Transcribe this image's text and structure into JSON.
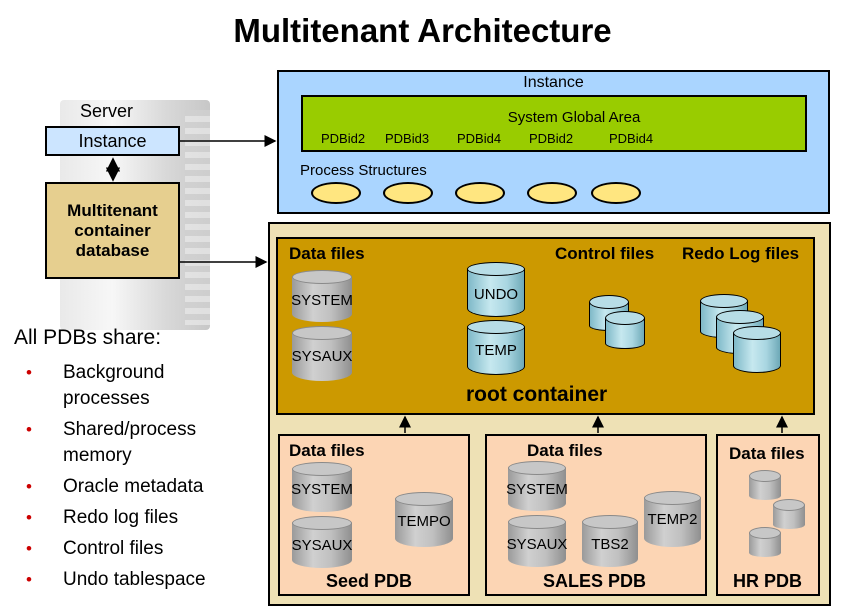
{
  "title": "Multitenant Architecture",
  "server": {
    "label": "Server",
    "instance_label": "Instance",
    "cdb_label_lines": [
      "Multitenant",
      "container",
      "database"
    ]
  },
  "shared": {
    "heading": "All PDBs share:",
    "bullet": "•",
    "items": [
      "Background processes",
      "Shared/process memory",
      "Oracle metadata",
      "Redo log files",
      "Control files",
      "Undo tablespace"
    ]
  },
  "instance": {
    "title": "Instance",
    "sga_title": "System Global Area",
    "pdbids": [
      "PDBid2",
      "PDBid3",
      "PDBid4",
      "PDBid2",
      "PDBid4"
    ],
    "process_label": "Process Structures"
  },
  "root": {
    "data_files": "Data files",
    "control_files": "Control files",
    "redo_files": "Redo Log files",
    "label": "root container",
    "system": "SYSTEM",
    "sysaux": "SYSAUX",
    "undo": "UNDO",
    "temp": "TEMP"
  },
  "seed": {
    "data_files": "Data files",
    "system": "SYSTEM",
    "sysaux": "SYSAUX",
    "temp": "TEMPO",
    "name": "Seed PDB"
  },
  "sales": {
    "data_files": "Data files",
    "system": "SYSTEM",
    "sysaux": "SYSAUX",
    "tbs": "TBS2",
    "temp": "TEMP2",
    "name": "SALES PDB"
  },
  "hr": {
    "data_files": "Data files",
    "name": "HR PDB"
  },
  "colors": {
    "instance_bg": "#aad5ff",
    "sga_bg": "#99cc00",
    "process_fill": "#ffe680",
    "cdb_bg": "#eee1b5",
    "root_bg": "#cc9900",
    "pdb_bg": "#fcd5b4",
    "bullet": "#cc0000"
  }
}
